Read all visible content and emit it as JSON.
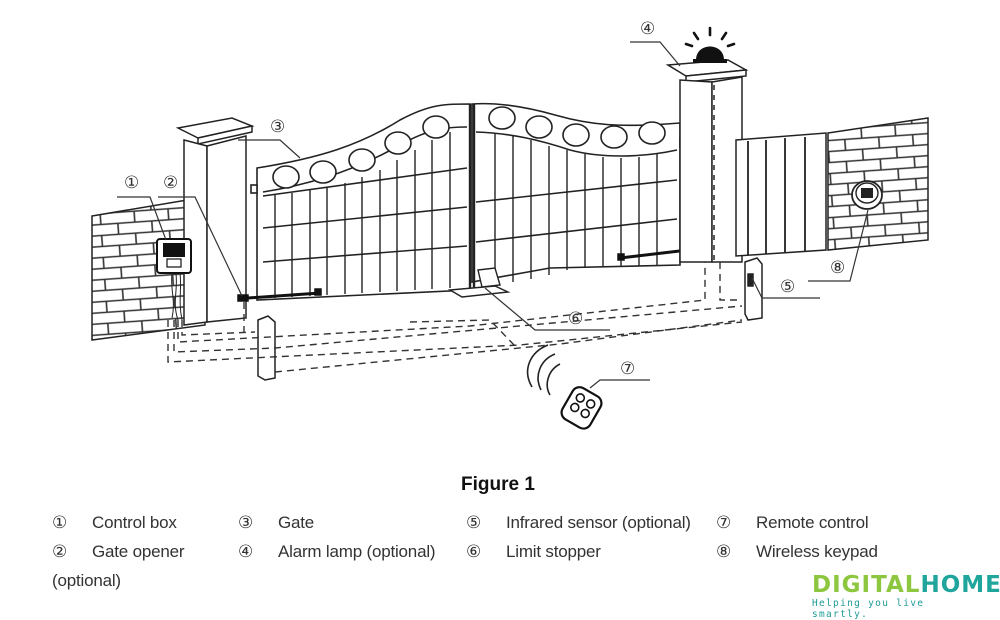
{
  "figure": {
    "caption": "Figure 1",
    "callouts": [
      {
        "num": "①",
        "part": "control-box"
      },
      {
        "num": "②",
        "part": "gate-opener"
      },
      {
        "num": "③",
        "part": "gate"
      },
      {
        "num": "④",
        "part": "alarm-lamp"
      },
      {
        "num": "⑤",
        "part": "infrared-sensor"
      },
      {
        "num": "⑥",
        "part": "limit-stopper"
      },
      {
        "num": "⑦",
        "part": "remote-control"
      },
      {
        "num": "⑧",
        "part": "wireless-keypad"
      }
    ]
  },
  "legend": [
    {
      "num": "①",
      "label": "Control box"
    },
    {
      "num": "②",
      "label": "Gate opener"
    },
    {
      "num": "③",
      "label": "Gate"
    },
    {
      "num": "④",
      "label": "Alarm lamp (optional)"
    },
    {
      "num": "⑤",
      "label": "Infrared sensor (optional)"
    },
    {
      "num": "⑥",
      "label": "Limit stopper"
    },
    {
      "num": "⑦",
      "label": "Remote control"
    },
    {
      "num": "⑧",
      "label": "Wireless keypad"
    }
  ],
  "legend_wrap": "(optional)",
  "brand": {
    "word_part1": "DIGITAL",
    "word_part2": "HOME",
    "tagline": "Helping you live smartly.",
    "color_primary": "#8dc63f",
    "color_secondary": "#1fa59b"
  }
}
